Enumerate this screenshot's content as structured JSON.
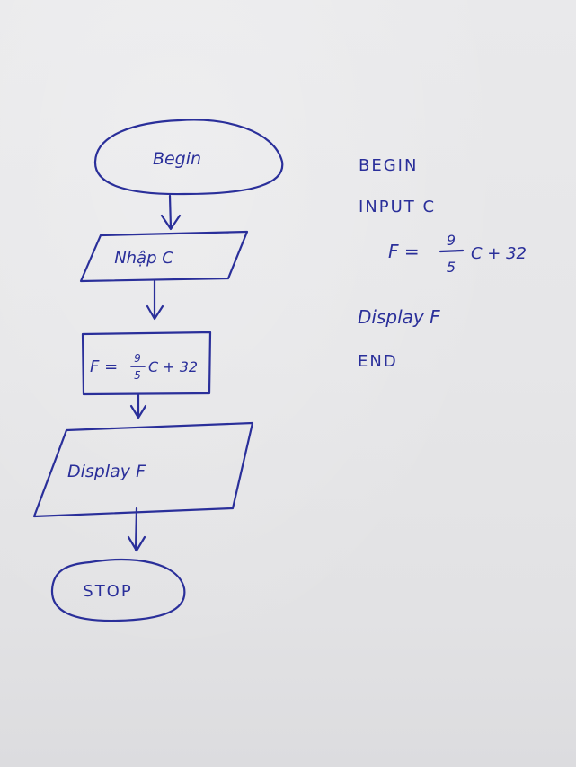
{
  "flowchart": {
    "begin": "Begin",
    "input": "Nhập C",
    "process": {
      "lhs": "F =",
      "numerator": "9",
      "denominator": "5",
      "rhs": "C + 32"
    },
    "output": "Display F",
    "stop": "STOP"
  },
  "pseudocode": {
    "begin": "BEGIN",
    "input": "INPUT C",
    "formula": {
      "lhs": "F =",
      "numerator": "9",
      "denominator": "5",
      "rhs": "C + 32"
    },
    "display": "Display F",
    "end": "END"
  },
  "colors": {
    "ink": "#2a2f9a",
    "paper": "#e6e6e8"
  }
}
